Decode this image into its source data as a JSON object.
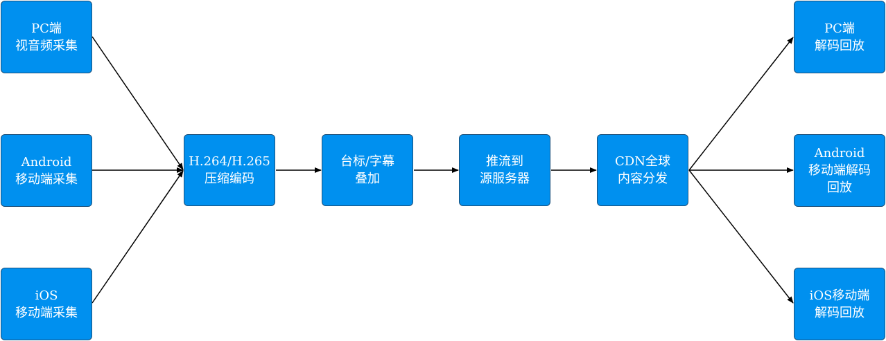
{
  "colors": {
    "node_fill": "#0090ef",
    "node_border": "#1a4f7a",
    "node_text": "#ffffff",
    "arrow": "#000000"
  },
  "sources": [
    {
      "label": "PC端\n视音频采集"
    },
    {
      "label": "Android\n移动端采集"
    },
    {
      "label": "iOS\n移动端采集"
    }
  ],
  "pipeline": [
    {
      "label": "H.264/H.265\n压缩编码"
    },
    {
      "label": "台标/字幕\n叠加"
    },
    {
      "label": "推流到\n源服务器"
    },
    {
      "label": "CDN全球\n内容分发"
    }
  ],
  "outputs": [
    {
      "label": "PC端\n解码回放"
    },
    {
      "label": "Android\n移动端解码\n回放"
    },
    {
      "label": "iOS移动端\n解码回放"
    }
  ]
}
